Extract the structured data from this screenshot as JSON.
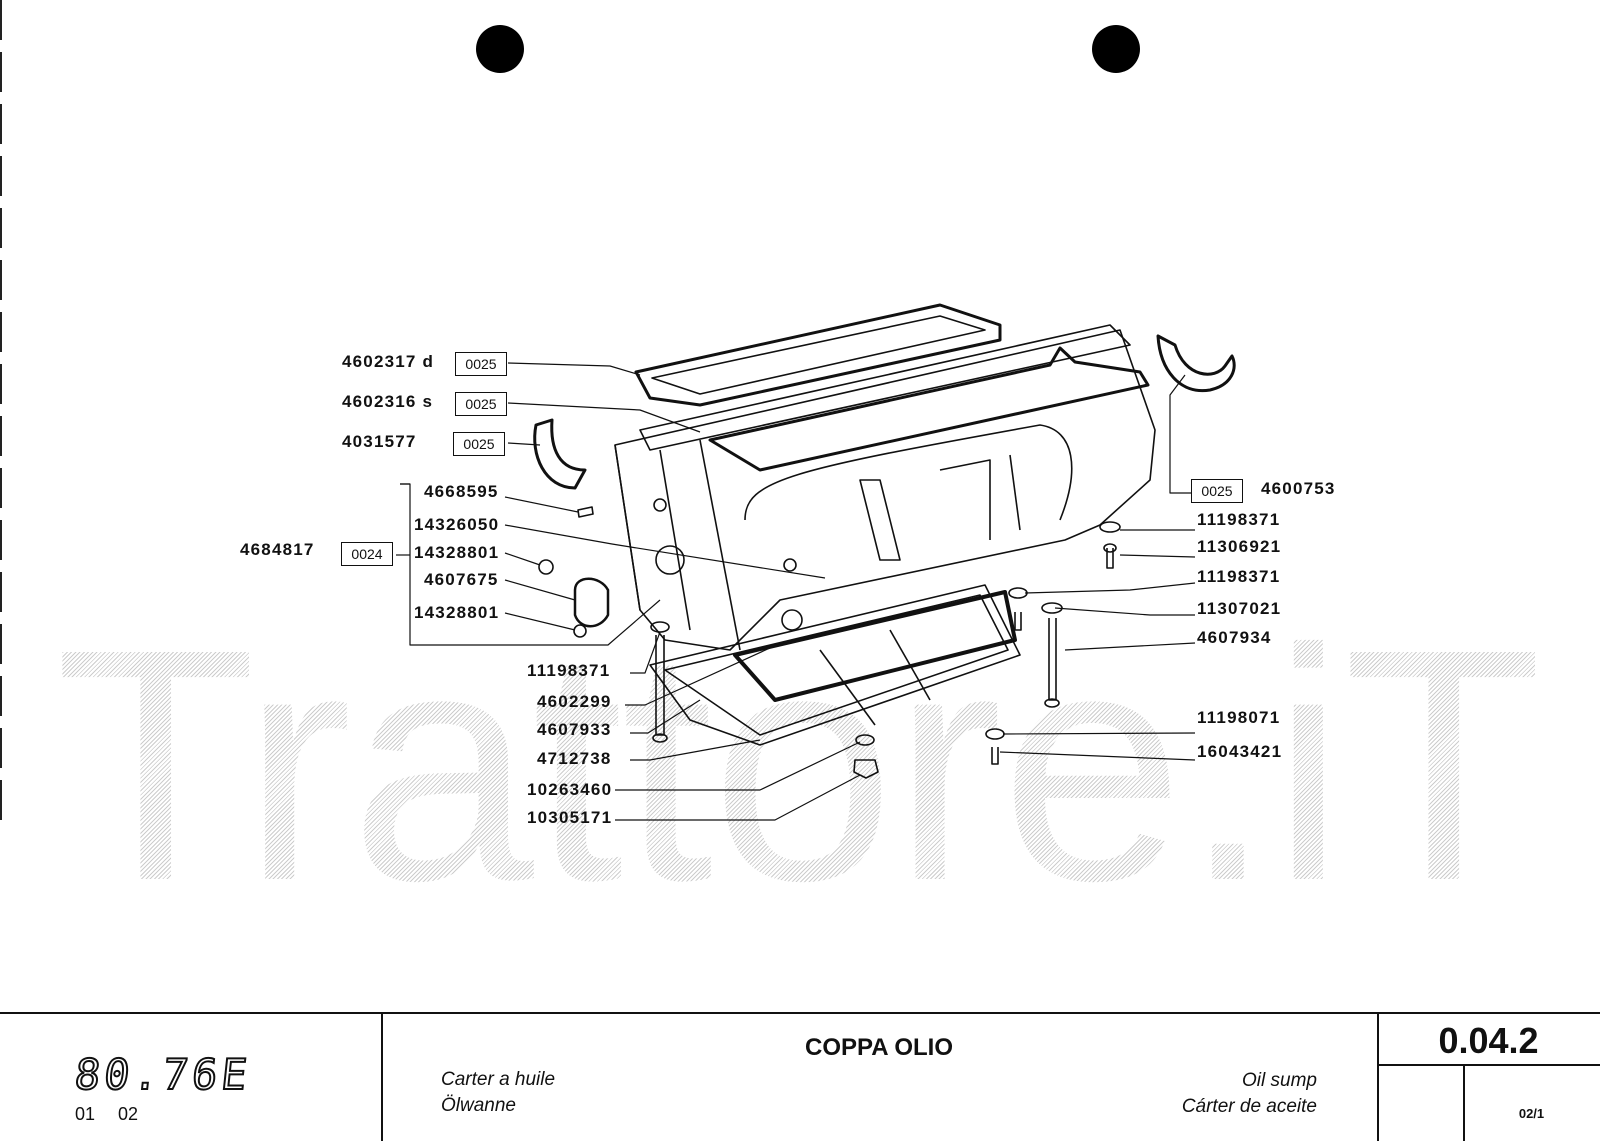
{
  "watermark": "Trattore.iT",
  "parts": {
    "p1": "4602317 d",
    "p2": "4602316 s",
    "p3": "4031577",
    "p4": "4668595",
    "p5": "14326050",
    "p6": "4684817",
    "p7": "14328801",
    "p8": "4607675",
    "p9": "14328801",
    "p10": "11198371",
    "p11": "4602299",
    "p12": "4607933",
    "p13": "4712738",
    "p14": "10263460",
    "p15": "10305171",
    "p16": "4600753",
    "p17": "11198371",
    "p18": "11306921",
    "p19": "11198371",
    "p20": "11307021",
    "p21": "4607934",
    "p22": "11198071",
    "p23": "16043421"
  },
  "groups": {
    "g1": "0025",
    "g2": "0025",
    "g3": "0025",
    "g4": "0024",
    "g5": "0025"
  },
  "footer": {
    "model": "80.76E",
    "model_codes": [
      "01",
      "02"
    ],
    "title": "COPPA OLIO",
    "title_fr": "Carter a huile",
    "title_de": "Ölwanne",
    "title_en": "Oil sump",
    "title_es": "Cárter de aceite",
    "reference": "0.04.2",
    "page": "02/1"
  }
}
